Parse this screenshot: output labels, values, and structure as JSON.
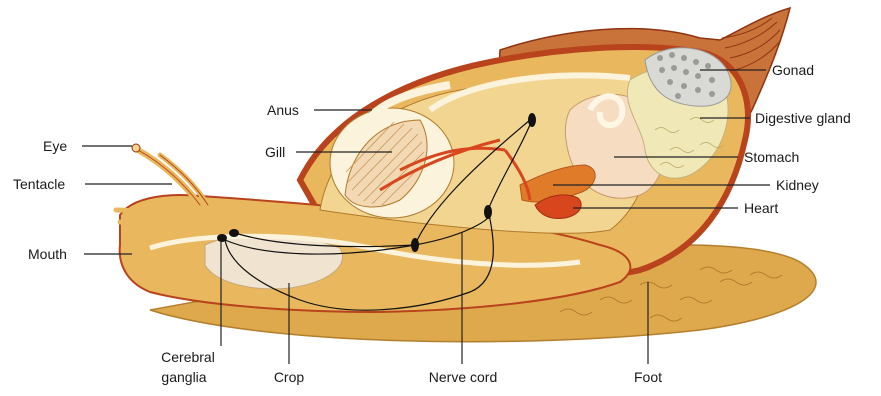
{
  "labels": {
    "eye": "Eye",
    "tentacle": "Tentacle",
    "mouth": "Mouth",
    "cerebral_ganglia_line1": "Cerebral",
    "cerebral_ganglia_line2": "ganglia",
    "crop": "Crop",
    "nerve_cord": "Nerve cord",
    "foot": "Foot",
    "anus": "Anus",
    "gill": "Gill",
    "gonad": "Gonad",
    "digestive_gland": "Digestive gland",
    "stomach": "Stomach",
    "kidney": "Kidney",
    "heart": "Heart"
  },
  "colors": {
    "body": "#e9b85e",
    "body_light": "#f3d592",
    "shell_rim": "#b8431c",
    "shell_tip": "#c9733a",
    "cavity": "#f6e7b8",
    "gill": "#f2d9b3",
    "gonad": "#d9d9d6",
    "digestive_gland": "#f1e8b8",
    "stomach": "#f6dcc1",
    "kidney": "#e07b2a",
    "heart": "#d8461e",
    "nerve": "#111111",
    "foot": "#dda94c"
  }
}
